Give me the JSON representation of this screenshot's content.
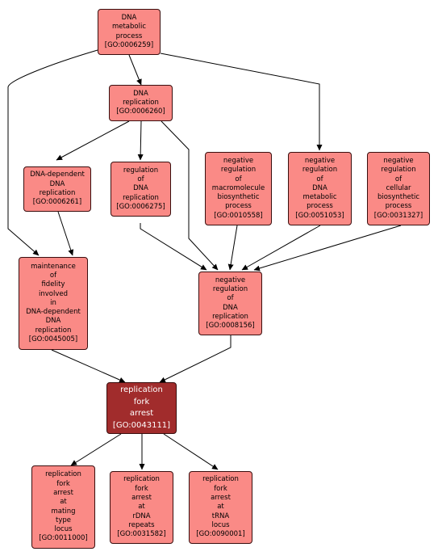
{
  "nodes": {
    "go0006259": {
      "lines": [
        "DNA",
        "metabolic",
        "process",
        "[GO:0006259]"
      ]
    },
    "go0006260": {
      "lines": [
        "DNA",
        "replication",
        "[GO:0006260]"
      ]
    },
    "go0006261": {
      "lines": [
        "DNA-dependent",
        "DNA",
        "replication",
        "[GO:0006261]"
      ]
    },
    "go0006275": {
      "lines": [
        "regulation",
        "of",
        "DNA",
        "replication",
        "[GO:0006275]"
      ]
    },
    "go0010558": {
      "lines": [
        "negative",
        "regulation",
        "of",
        "macromolecule",
        "biosynthetic",
        "process",
        "[GO:0010558]"
      ]
    },
    "go0051053": {
      "lines": [
        "negative",
        "regulation",
        "of",
        "DNA",
        "metabolic",
        "process",
        "[GO:0051053]"
      ]
    },
    "go0031327": {
      "lines": [
        "negative",
        "regulation",
        "of",
        "cellular",
        "biosynthetic",
        "process",
        "[GO:0031327]"
      ]
    },
    "go0045005": {
      "lines": [
        "maintenance",
        "of",
        "fidelity",
        "involved",
        "in",
        "DNA-dependent",
        "DNA",
        "replication",
        "[GO:0045005]"
      ]
    },
    "go0008156": {
      "lines": [
        "negative",
        "regulation",
        "of",
        "DNA",
        "replication",
        "[GO:0008156]"
      ]
    },
    "go0043111": {
      "lines": [
        "replication",
        "fork",
        "arrest",
        "[GO:0043111]"
      ]
    },
    "go0011000": {
      "lines": [
        "replication",
        "fork",
        "arrest",
        "at",
        "mating",
        "type",
        "locus",
        "[GO:0011000]"
      ]
    },
    "go0031582": {
      "lines": [
        "replication",
        "fork",
        "arrest",
        "at",
        "rDNA",
        "repeats",
        "[GO:0031582]"
      ]
    },
    "go0090001": {
      "lines": [
        "replication",
        "fork",
        "arrest",
        "at",
        "tRNA",
        "locus",
        "[GO:0090001]"
      ]
    }
  },
  "colors": {
    "node_fill": "#fa8a86",
    "focus_fill": "#a12c2c",
    "node_border": "#3a0e0e",
    "edge": "#000000"
  }
}
